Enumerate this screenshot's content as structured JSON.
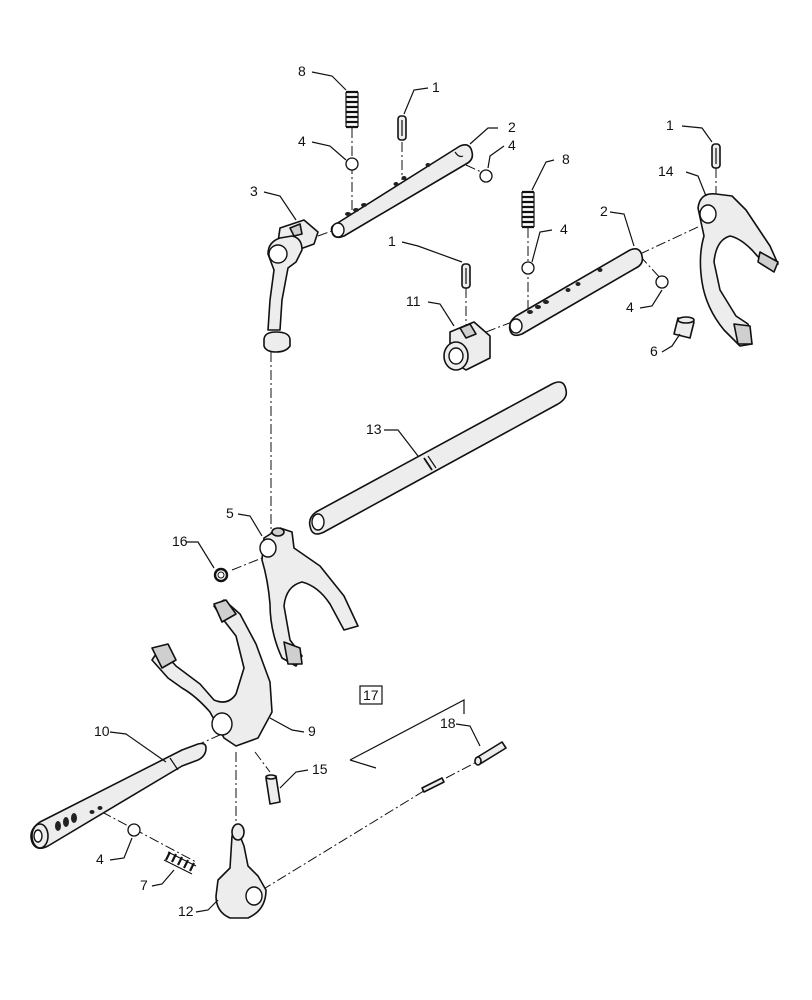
{
  "callouts": {
    "c1a": "1",
    "c1b": "1",
    "c1c": "1",
    "c2a": "2",
    "c2b": "2",
    "c3": "3",
    "c4a": "4",
    "c4b": "4",
    "c4c": "4",
    "c4d": "4",
    "c4e": "4",
    "c5": "5",
    "c6": "6",
    "c7": "7",
    "c8a": "8",
    "c8b": "8",
    "c9": "9",
    "c10": "10",
    "c11": "11",
    "c12": "12",
    "c13": "13",
    "c14": "14",
    "c15": "15",
    "c16": "16",
    "c17": "17",
    "c18": "18"
  }
}
